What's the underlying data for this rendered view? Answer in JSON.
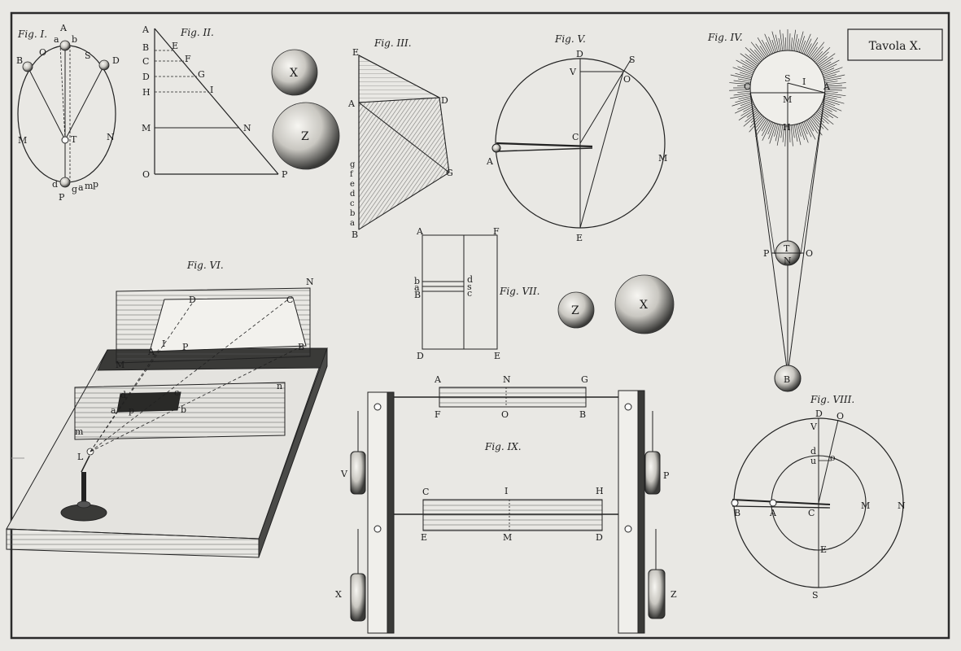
{
  "plate": {
    "title": "Tavola X.",
    "paper_color": "#e9e8e4",
    "ink_color": "#1c1c1c"
  },
  "fig1": {
    "caption": "Fig. I.",
    "labels": {
      "A": "A",
      "a": "a",
      "b": "b",
      "B": "B",
      "O": "O",
      "S": "S",
      "D": "D",
      "M": "M",
      "T": "T",
      "N": "N",
      "d": "d",
      "P": "P",
      "q": "g",
      "a2": "a",
      "m": "m",
      "p": "p"
    }
  },
  "fig2": {
    "caption": "Fig. II.",
    "labels": {
      "A": "A",
      "B": "B",
      "E": "E",
      "C": "C",
      "F": "F",
      "D": "D",
      "G": "G",
      "H": "H",
      "I": "I",
      "M": "M",
      "N": "N",
      "O": "O",
      "P": "P"
    }
  },
  "spheres_xz_top": {
    "X": "X",
    "Z": "Z"
  },
  "fig3": {
    "caption": "Fig. III.",
    "labels": {
      "E": "E",
      "A": "A",
      "D": "D",
      "G": "G",
      "B": "B"
    },
    "side_letters": [
      "g",
      "f",
      "e",
      "d",
      "c",
      "b",
      "a"
    ]
  },
  "fig5": {
    "caption": "Fig. V.",
    "labels": {
      "D": "D",
      "S": "S",
      "V": "V",
      "O": "O",
      "C": "C",
      "A": "A",
      "M": "M",
      "E": "E"
    }
  },
  "fig4": {
    "caption": "Fig. IV.",
    "labels": {
      "S": "S",
      "C": "C",
      "I": "I",
      "A": "A",
      "M": "M",
      "H": "H",
      "T": "T",
      "P": "P",
      "N": "N",
      "O": "O",
      "B": "B"
    }
  },
  "fig6": {
    "caption": "Fig. VI.",
    "labels": {
      "N": "N",
      "D": "D",
      "C": "C",
      "A": "A",
      "I": "I",
      "P": "P",
      "M": "M",
      "B": "B",
      "d": "d",
      "c": "c",
      "a": "a",
      "p": "p",
      "b": "b",
      "n": "n",
      "m": "m",
      "L": "L"
    }
  },
  "fig7": {
    "caption": "Fig. VII.",
    "labels": {
      "A": "A",
      "F": "F",
      "b": "b",
      "a": "a",
      "B": "B",
      "d": "d",
      "s": "s",
      "c": "c",
      "D": "D",
      "E": "E"
    },
    "spheres": {
      "Z": "Z",
      "X": "X"
    }
  },
  "fig9": {
    "caption": "Fig. IX.",
    "labels": {
      "A": "A",
      "N": "N",
      "G": "G",
      "F": "F",
      "O": "O",
      "B": "B",
      "C": "C",
      "I": "I",
      "H": "H",
      "E": "E",
      "M": "M",
      "D": "D",
      "V": "V",
      "P": "P",
      "X": "X",
      "Z": "Z"
    }
  },
  "fig8": {
    "caption": "Fig. VIII.",
    "labels": {
      "D": "D",
      "O": "O",
      "V": "V",
      "d": "d",
      "u": "u",
      "o": "o",
      "B": "B",
      "A": "A",
      "C": "C",
      "M": "M",
      "N": "N",
      "E": "E",
      "S": "S"
    }
  }
}
